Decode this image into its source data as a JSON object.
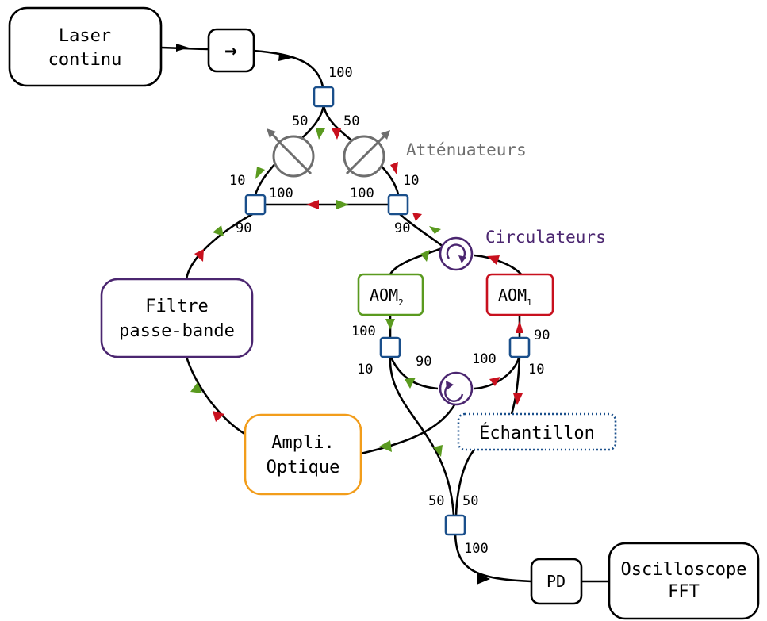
{
  "nodes": {
    "laser": [
      "Laser",
      "continu"
    ],
    "isolator": "→",
    "filter": [
      "Filtre",
      "passe-bande"
    ],
    "ampli": [
      "Ampli.",
      "Optique"
    ],
    "aom2": {
      "name": "AOM",
      "sub": "2"
    },
    "aom1": {
      "name": "AOM",
      "sub": "1"
    },
    "sample": "Échantillon",
    "pd": "PD",
    "osc": [
      "Oscilloscope",
      "FFT"
    ]
  },
  "labels": {
    "attenuators": "Atténuateurs",
    "circulators": "Circulateurs"
  },
  "ratios": {
    "c1_in": "100",
    "c1_left": "50",
    "c1_right": "50",
    "cL_top": "10",
    "cL_100": "100",
    "cL_90": "90",
    "cR_top": "10",
    "cR_100": "100",
    "cR_90": "90",
    "cA2_100": "100",
    "cA2_10": "10",
    "cA2_90": "90",
    "cA1_90": "90",
    "cA1_100": "100",
    "cA1_10": "10",
    "cF_50l": "50",
    "cF_50r": "50",
    "cF_100": "100"
  },
  "colors": {
    "green": "#5a9a1f",
    "red": "#c8101e",
    "purple": "#4b2670",
    "orange": "#f29d1b",
    "blue": "#1a4f8b",
    "grey": "#6e6e6e"
  }
}
